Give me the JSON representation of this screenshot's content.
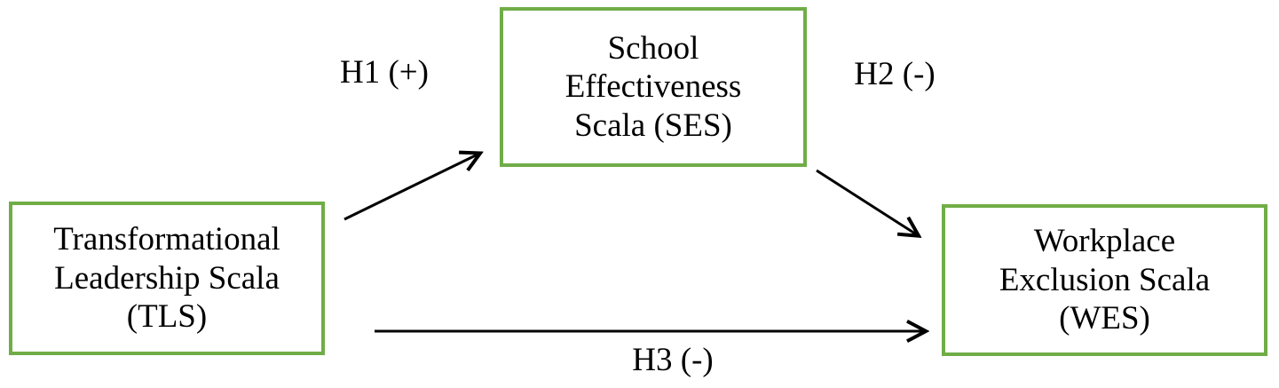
{
  "diagram": {
    "type": "mediation-model",
    "nodes": {
      "tls": {
        "id": "TLS",
        "lines": [
          "Transformational",
          "Leadership Scala",
          "(TLS)"
        ]
      },
      "ses": {
        "id": "SES",
        "lines": [
          "School",
          "Effectiveness",
          "Scala (SES)"
        ]
      },
      "wes": {
        "id": "WES",
        "lines": [
          "Workplace",
          "Exclusion Scala",
          "(WES)"
        ]
      }
    },
    "edges": {
      "h1": {
        "label": "H1 (+)",
        "from": "TLS",
        "to": "SES"
      },
      "h2": {
        "label": "H2 (-)",
        "from": "SES",
        "to": "WES"
      },
      "h3": {
        "label": "H3 (-)",
        "from": "TLS",
        "to": "WES"
      }
    },
    "colors": {
      "box_border": "#70AD47",
      "arrow": "#000000",
      "text": "#000000",
      "background": "#FFFFFF"
    }
  }
}
